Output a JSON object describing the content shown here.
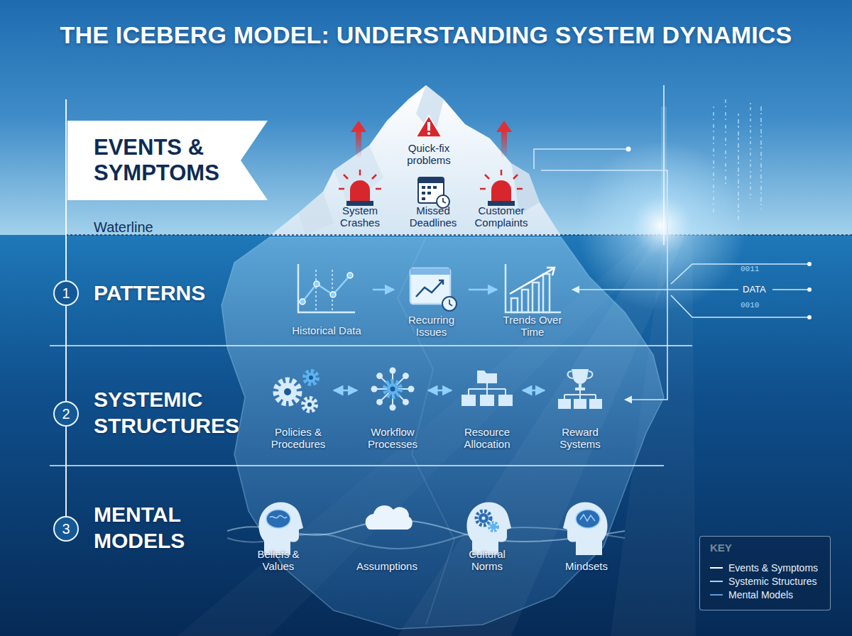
{
  "diagram": {
    "title": "THE ICEBERG MODEL: UNDERSTANDING SYSTEM DYNAMICS",
    "nodes": [
      {
        "text": [
          "EVENTS & SYMPTOMS"
        ]
      },
      {
        "text": [
          "Quick-fix problems"
        ]
      },
      {
        "text": [
          "System Crashes"
        ]
      },
      {
        "text": [
          "Missed Deadlines"
        ]
      },
      {
        "text": [
          "Customer Complaints"
        ]
      },
      {
        "text": [
          "PATTERNS"
        ]
      },
      {
        "text": [
          "1"
        ],
        "in": 5
      },
      {
        "text": [
          "Historical Data"
        ],
        "in": 5
      },
      {
        "text": [
          "Recurring Issues"
        ],
        "in": 5
      },
      {
        "text": [
          "Trends Over Time"
        ],
        "in": 5
      },
      {
        "text": [
          "SYSTEMIC STRUCTURES"
        ]
      },
      {
        "text": [
          "2"
        ],
        "in": 10
      },
      {
        "text": [
          "Policies & Procedures"
        ],
        "in": 10
      },
      {
        "text": [
          "Workflow Processes"
        ],
        "in": 10
      },
      {
        "text": [
          "Resource Allocation"
        ],
        "in": 10
      },
      {
        "text": [
          "Reward Systems"
        ],
        "in": 10
      },
      {
        "text": [
          "MENTAL MODELS"
        ]
      },
      {
        "text": [
          "3"
        ],
        "in": 16
      },
      {
        "text": [
          "Beliefs & Values"
        ],
        "in": 16
      },
      {
        "text": [
          "Assumptions"
        ],
        "in": 16
      },
      {
        "text": [
          "Cultural Norms"
        ],
        "in": 16
      },
      {
        "text": [
          "Mindsets"
        ],
        "in": 16
      }
    ],
    "edges": [
      {
        "from": 7,
        "to": 8,
        "arrow": "to"
      },
      {
        "from": 8,
        "to": 9,
        "arrow": "to"
      },
      {
        "from": 12,
        "to": 13,
        "arrow": "both"
      },
      {
        "from": 13,
        "to": 14,
        "arrow": "both"
      },
      {
        "from": 14,
        "to": 15,
        "arrow": "both"
      }
    ],
    "labels": [
      "Waterline",
      "0011",
      "DATA",
      "0010",
      "KEY"
    ],
    "legend": [
      {
        "text": "Events & Symptoms"
      },
      {
        "text": "Systemic Structures"
      },
      {
        "text": "Mental Models"
      }
    ]
  }
}
